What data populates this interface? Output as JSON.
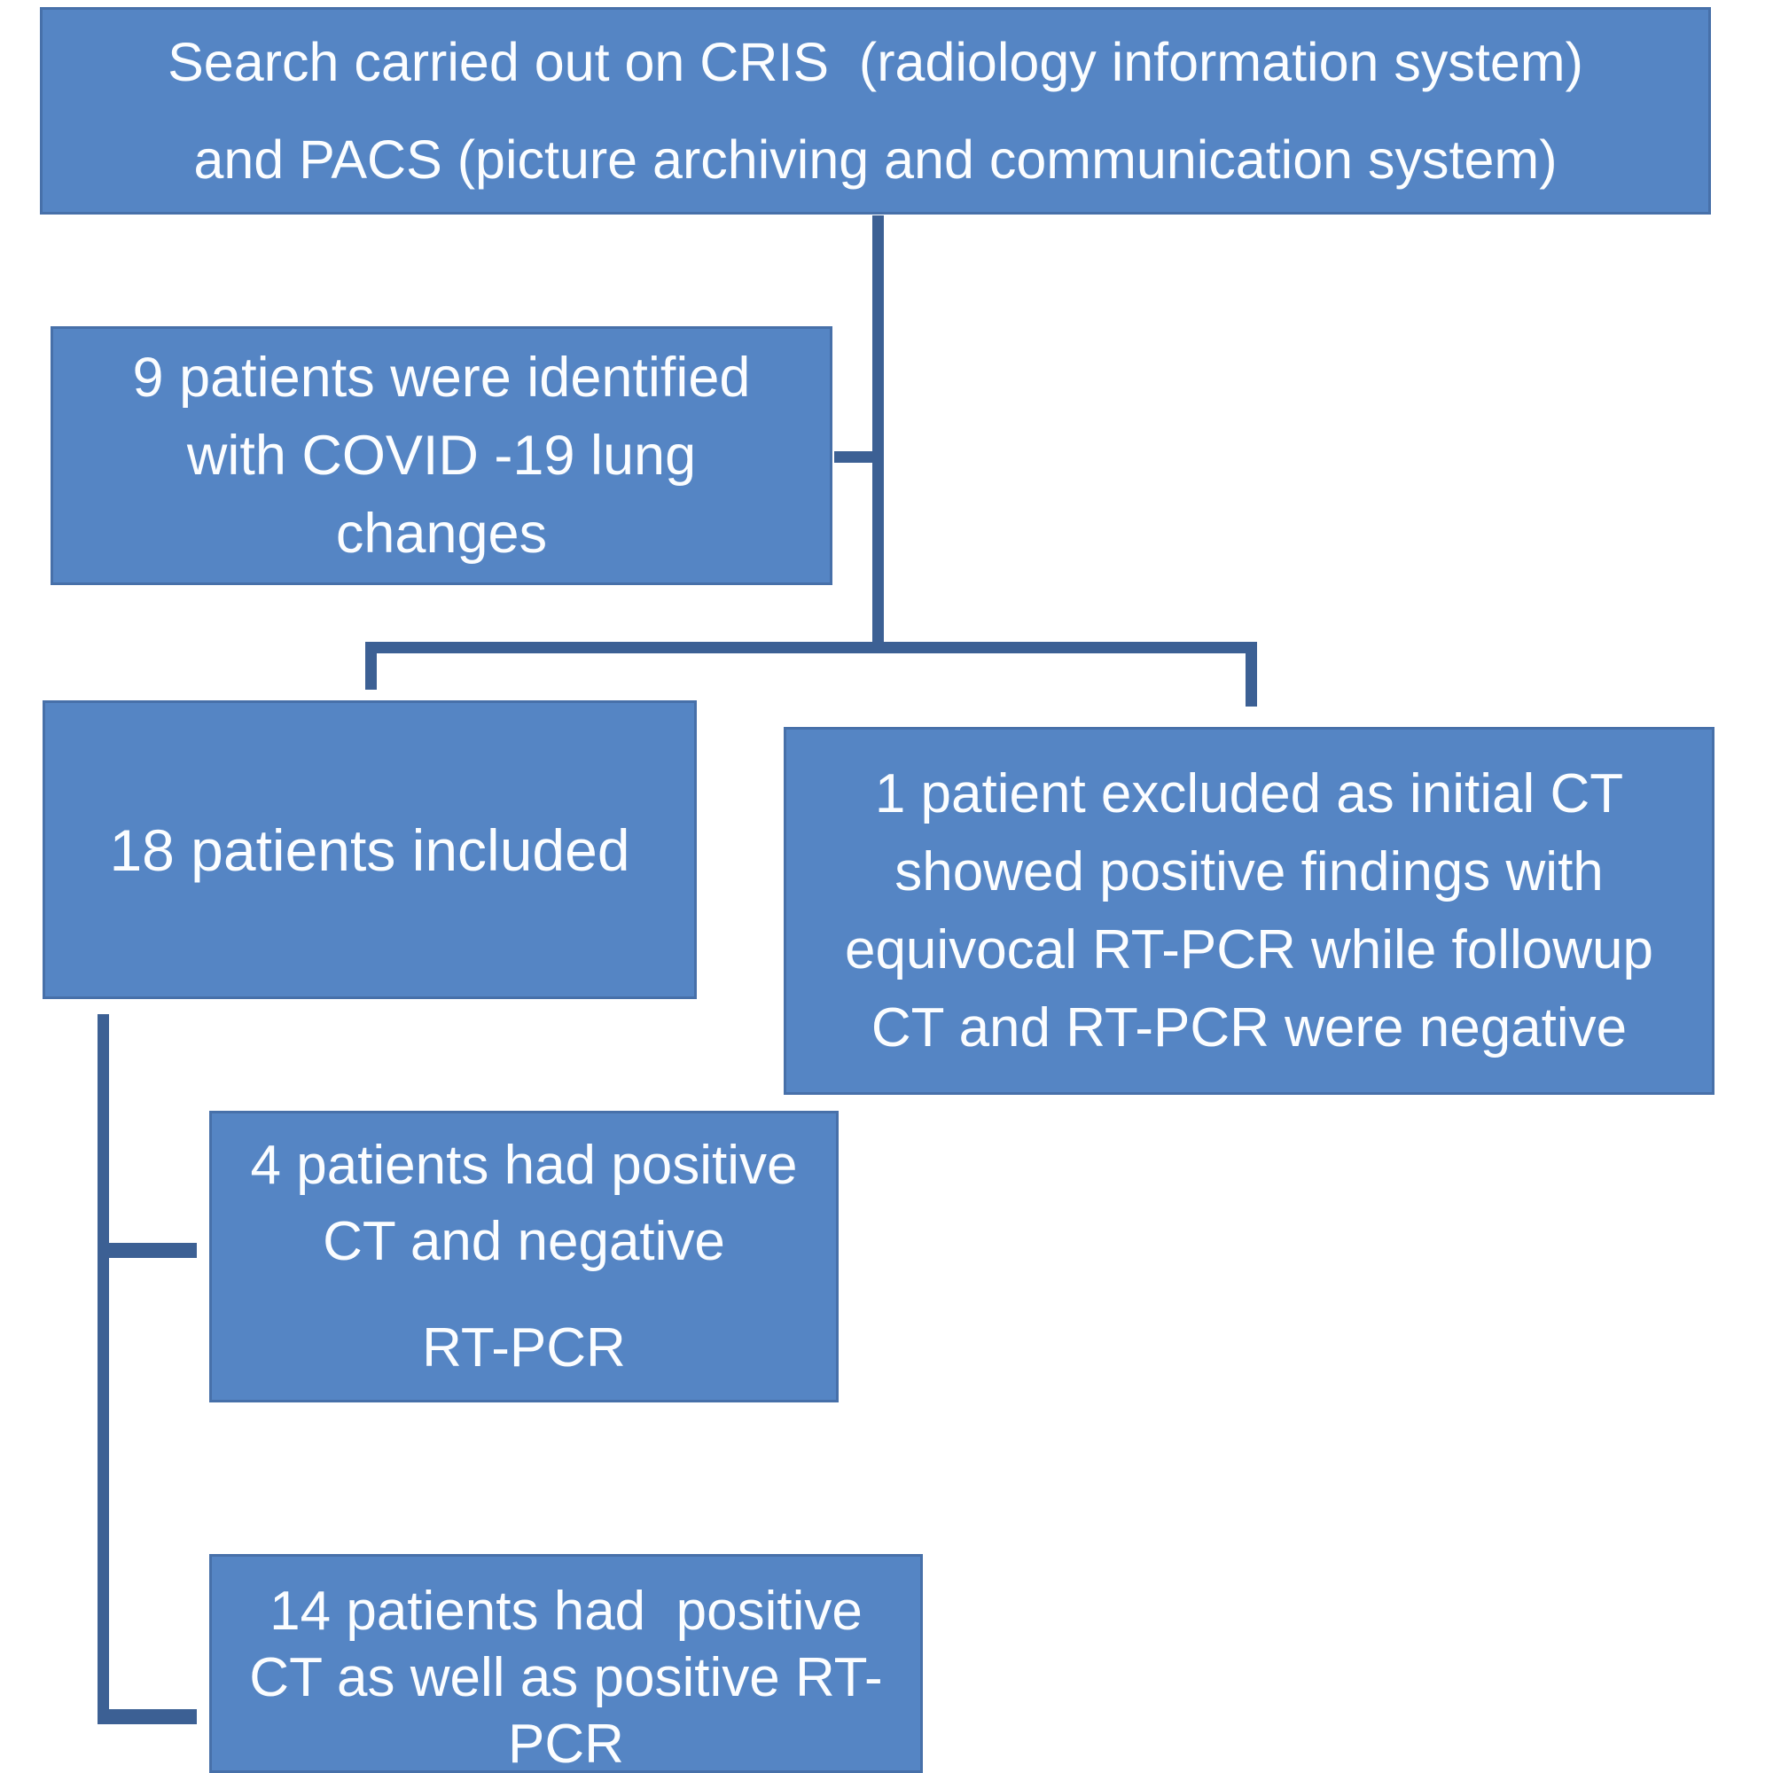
{
  "diagram": {
    "type": "flowchart",
    "title_semantic": "Patient selection flow diagram (COVID-19 CT vs RT-PCR study)",
    "colors": {
      "background": "#ffffff",
      "box_fill": "#5585c4",
      "box_border": "#4770a9",
      "connector": "#3c6094",
      "text": "#fbfdff"
    },
    "boxes": {
      "search": {
        "line1": "Search carried out on CRIS  (radiology information system)",
        "line2": "and PACS (picture archiving and communication system)"
      },
      "identified": {
        "line1": "9 patients were identified",
        "line2": "with COVID -19 lung",
        "line3": "changes"
      },
      "included": {
        "line1": "18 patients included"
      },
      "excluded": {
        "line1": "1 patient excluded as initial CT",
        "line2": "showed positive findings with",
        "line3": "equivocal RT-PCR while followup",
        "line4": "CT and RT-PCR were negative"
      },
      "ct_positive_pcr_negative": {
        "line1": "4 patients had positive",
        "line2": "CT and negative",
        "line3": "RT-PCR"
      },
      "ct_positive_pcr_positive": {
        "line1": "14 patients had  positive",
        "line2": "CT as well as positive RT-",
        "line3": "PCR"
      }
    }
  }
}
